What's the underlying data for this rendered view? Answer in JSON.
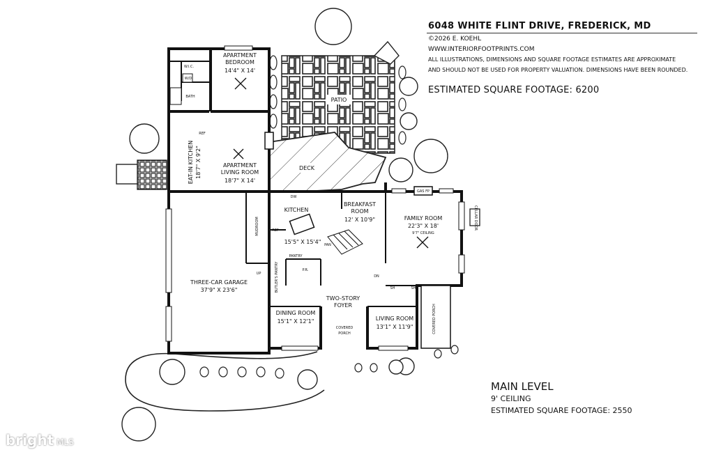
{
  "header": {
    "address": "6048 WHITE FLINT DRIVE, FREDERICK, MD",
    "copyright": "©2026 E. KOEHL",
    "website": "WWW.INTERIORFOOTPRINTS.COM",
    "disclaimer_line1": "ALL ILLUSTRATIONS, DIMENSIONS AND SQUARE FOOTAGE ESTIMATES ARE APPROXIMATE",
    "disclaimer_line2": "AND  SHOULD NOT BE USED FOR PROPERTY VALUATION. DIMENSIONS HAVE BEEN ROUNDED.",
    "estimated_sqft": "ESTIMATED SQUARE FOOTAGE: 6200"
  },
  "level": {
    "title": "MAIN LEVEL",
    "ceiling": "9' CEILING",
    "sqft": "ESTIMATED SQUARE FOOTAGE: 2550"
  },
  "rooms": {
    "apt_bedroom_name1": "APARTMENT",
    "apt_bedroom_name2": "BEDROOM",
    "apt_bedroom_dims": "14'4\" X 14'",
    "wic": "W.I.C.",
    "wd": "W/D",
    "bath": "BATH",
    "patio": "PATIO",
    "eat_in_kitchen_name": "EAT-IN KITCHEN",
    "eat_in_kitchen_dims": "18'7\" X 9'2\"",
    "apt_living_name1": "APARTMENT",
    "apt_living_name2": "LIVING ROOM",
    "apt_living_dims": "18'7\" X 14'",
    "deck": "DECK",
    "kitchen": "KITCHEN",
    "kitchen_dims": "15'5\" X 15'4\"",
    "breakfast_name1": "BREAKFAST",
    "breakfast_name2": "ROOM",
    "breakfast_dims": "12' X 10'9\"",
    "family_name": "FAMILY ROOM",
    "family_dims": "22'3\" X 18'",
    "family_ceiling": "9'7\" CEILING",
    "mudroom": "MUDROOM",
    "garage_name": "THREE-CAR GARAGE",
    "garage_dims": "37'9\" X 23'6\"",
    "butlers_pantry": "BUTLER'S PANTRY",
    "pantry": "PANTRY",
    "pr": "P.R.",
    "foyer_name1": "TWO-STORY",
    "foyer_name2": "FOYER",
    "dining_name": "DINING ROOM",
    "dining_dims": "15'1\" X 12'1\"",
    "covered_porch_1": "COVERED",
    "covered_porch_2": "PORCH",
    "living_name": "LIVING ROOM",
    "living_dims": "13'1\" X 11'9\"",
    "covered_porch_side": "COVERED PORCH",
    "gas_fp": "GAS FP",
    "ref": "REF",
    "dw": "DW",
    "up": "UP",
    "dn": "DN",
    "pan": "PAN",
    "sh": "SH",
    "cellar_door": "CELLAR DOOR"
  },
  "logo": {
    "brand": "bright",
    "suffix": "MLS"
  }
}
